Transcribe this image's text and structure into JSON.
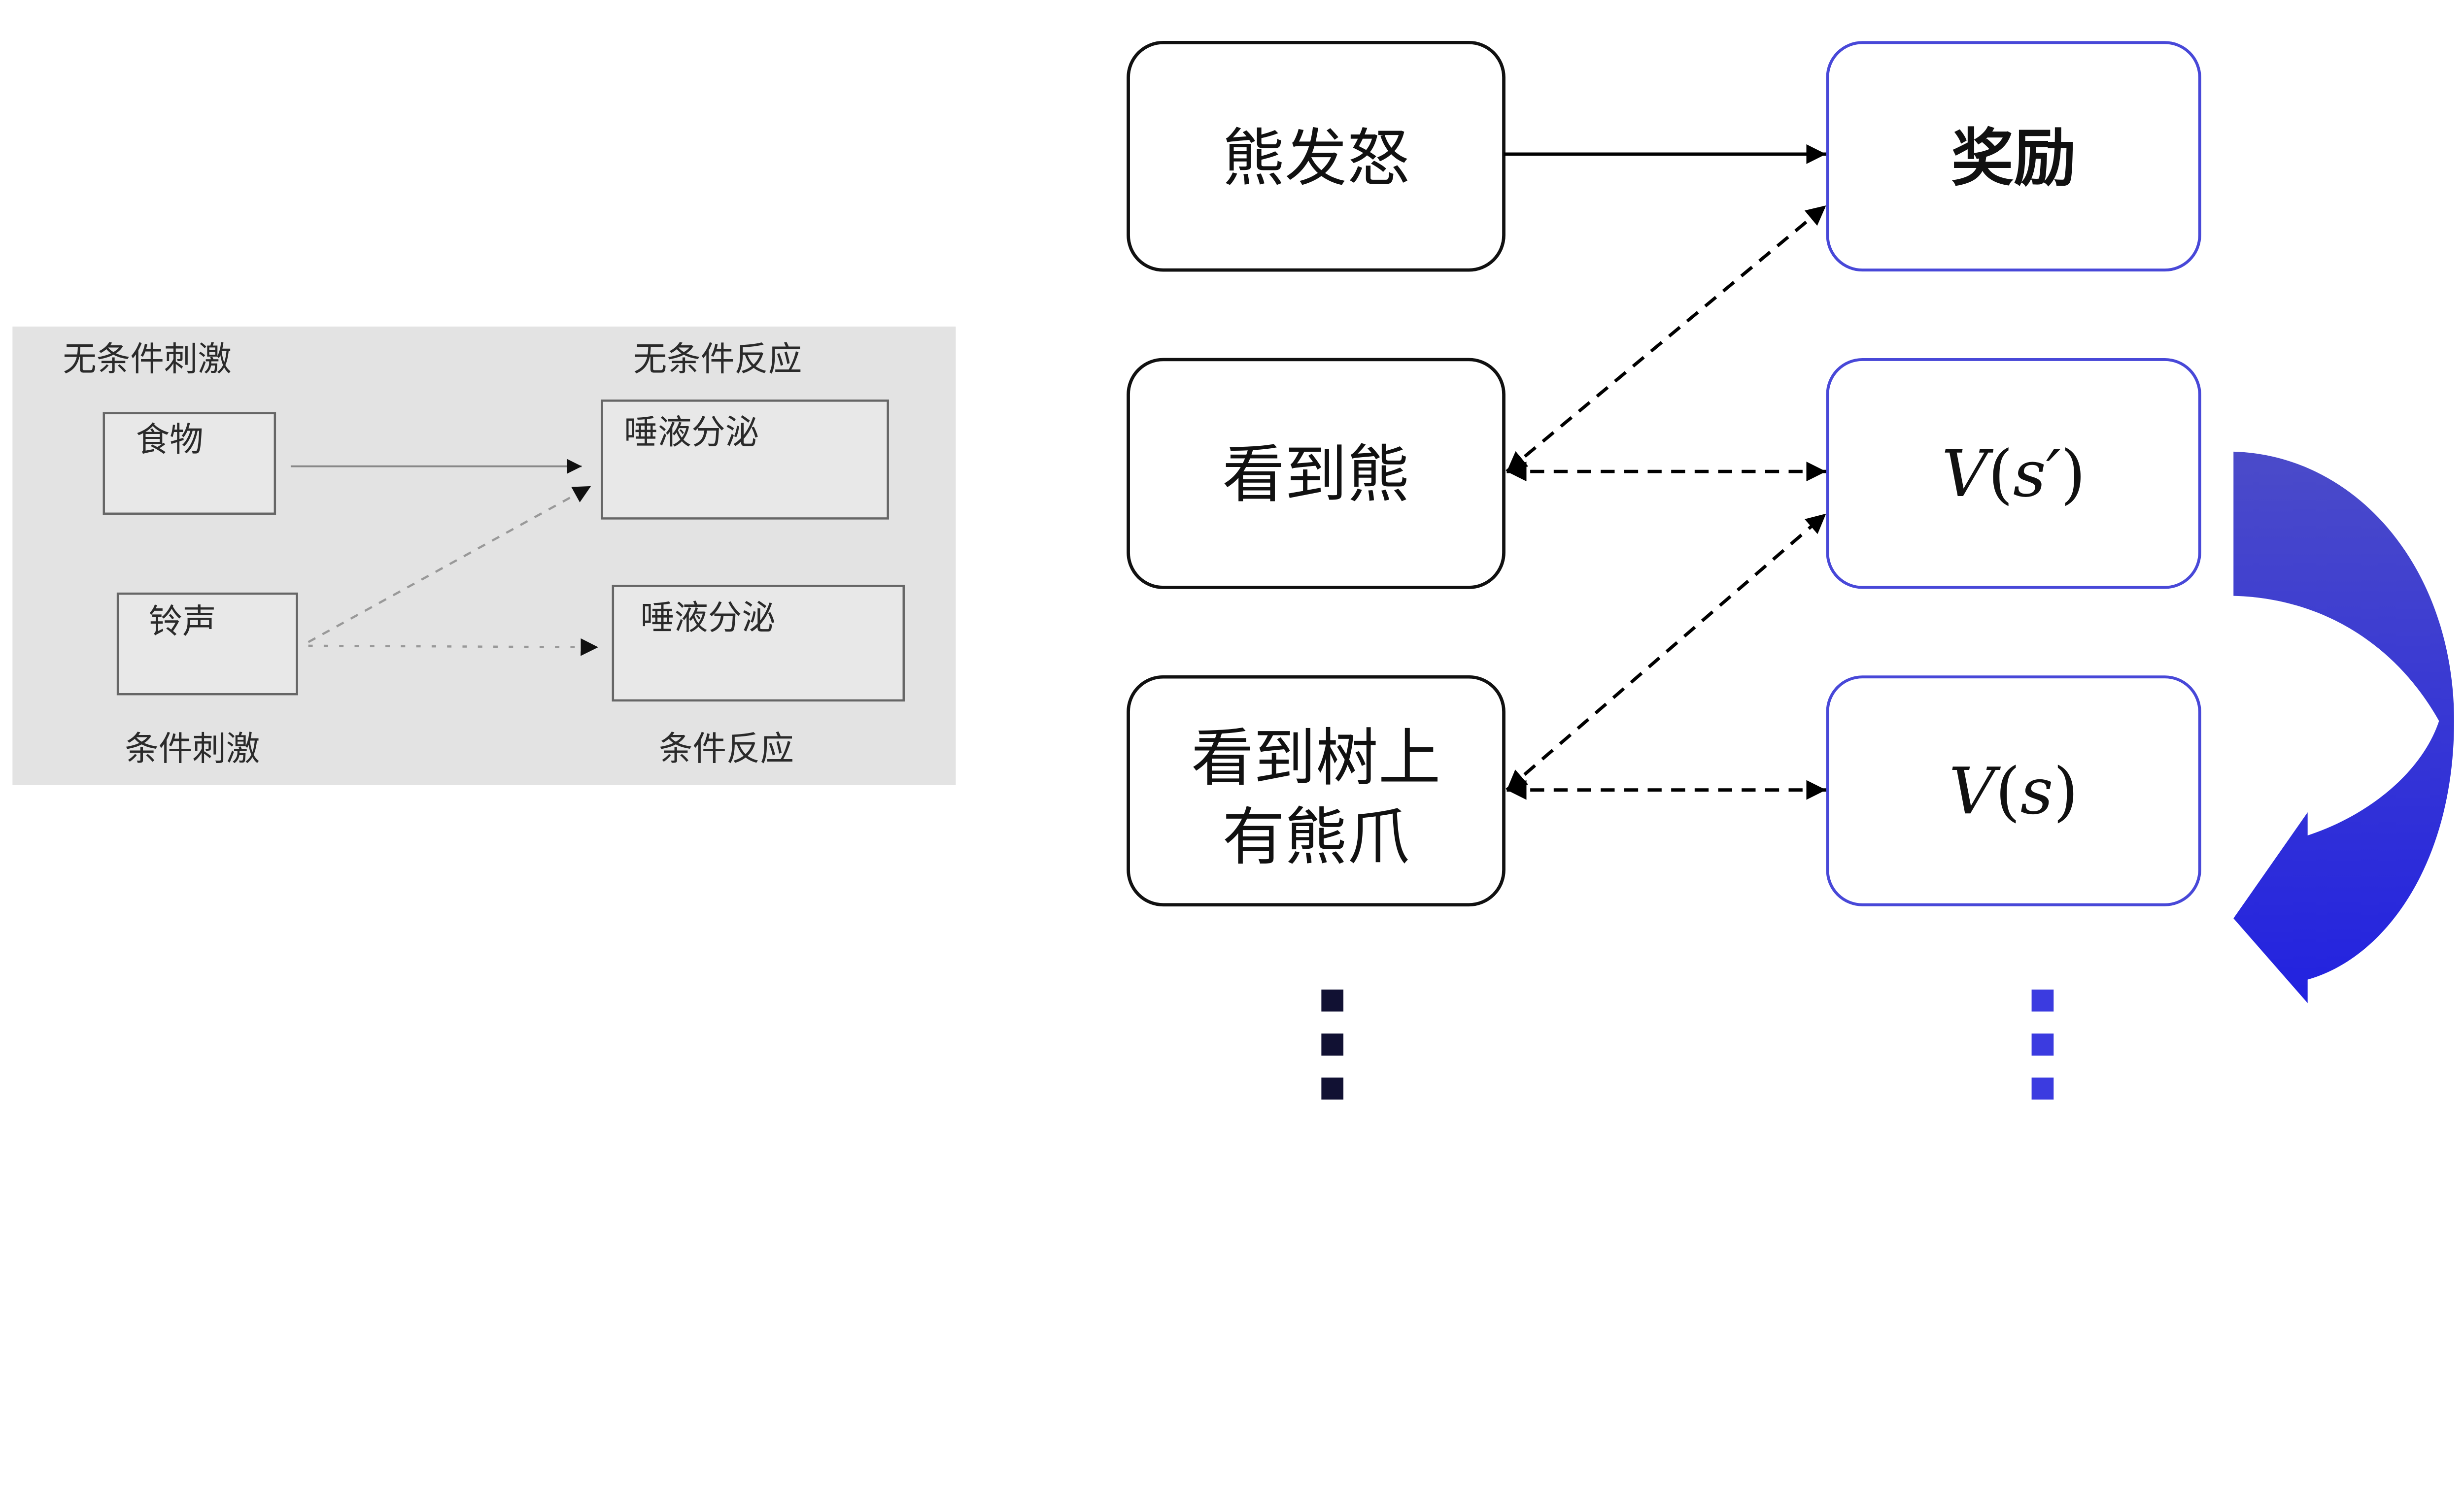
{
  "left_panel": {
    "unconditioned_stimulus_label": "无条件刺激",
    "unconditioned_response_label": "无条件反应",
    "conditioned_stimulus_label": "条件刺激",
    "conditioned_response_label": "条件反应",
    "food_box": "食物",
    "bell_box": "铃声",
    "salivation_top_box": "唾液分泌",
    "salivation_bottom_box": "唾液分泌"
  },
  "right_panel": {
    "states": [
      "熊发怒",
      "看到熊",
      "看到树上",
      "有熊爪"
    ],
    "reward_box": "奖励",
    "value_next": {
      "fn": "V",
      "open": "(",
      "arg": "s′",
      "close": ")"
    },
    "value_current": {
      "fn": "V",
      "open": "(",
      "arg": "s",
      "close": ")"
    },
    "ellipsis_left": "⋮",
    "ellipsis_right": "⋮"
  },
  "colors": {
    "panel_bg": "#e3e3e3",
    "blue_border": "#4848d8",
    "curved_arrow_top": "#4b4bc9",
    "curved_arrow_bottom": "#2222e0",
    "dots_left": "#111133",
    "dots_right": "#3b3be0"
  }
}
